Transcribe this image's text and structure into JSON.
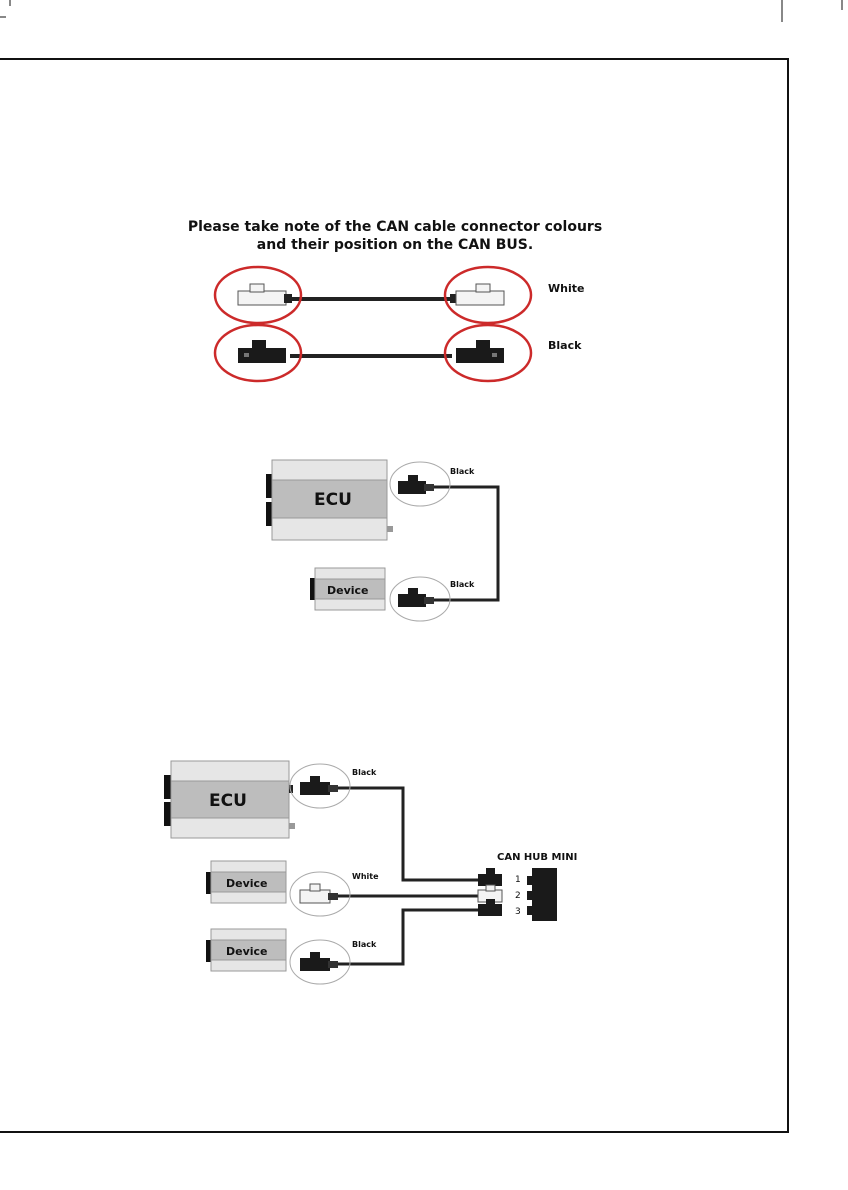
{
  "heading": {
    "line1": "Please take note of the CAN cable connector colours",
    "line2": "and their position on the CAN BUS."
  },
  "legend": {
    "white_label": "White",
    "black_label": "Black"
  },
  "diagram2": {
    "ecu_label": "ECU",
    "device_label": "Device",
    "top_connector_label": "Black",
    "bottom_connector_label": "Black"
  },
  "diagram3": {
    "ecu_label": "ECU",
    "device1_label": "Device",
    "device2_label": "Device",
    "ecu_connector_label": "Black",
    "device1_connector_label": "White",
    "device2_connector_label": "Black",
    "hub_title": "CAN HUB MINI",
    "port1": "1",
    "port2": "2",
    "port3": "3"
  },
  "colors": {
    "circle_red": "#cc2a2a",
    "cable": "#222222",
    "box_light": "#e3e3e3",
    "box_mid": "#bdbdbd",
    "connector_white": "#f2f2f2",
    "connector_black": "#1a1a1a"
  }
}
